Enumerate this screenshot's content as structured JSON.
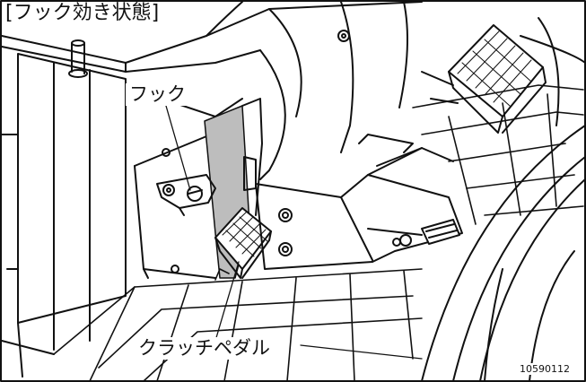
{
  "figure": {
    "title": "[フック効き状態]",
    "labels": {
      "hook": "フック",
      "clutch_pedal": "クラッチペダル"
    },
    "figure_code": "10590112"
  },
  "colors": {
    "line": "#111111",
    "shade": "#bdbdbd",
    "background": "#ffffff"
  }
}
